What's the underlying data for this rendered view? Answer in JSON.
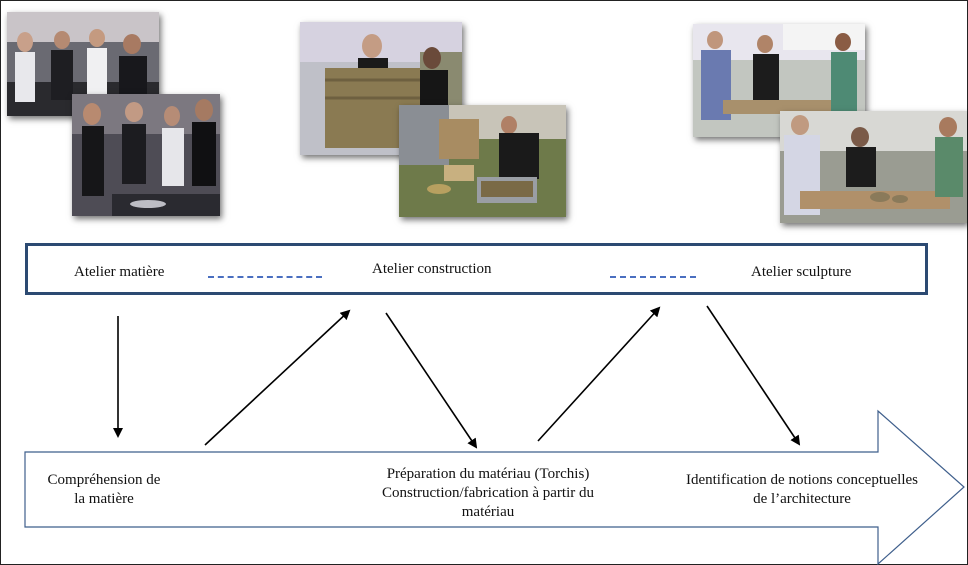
{
  "workshops": {
    "matiere": "Atelier matière",
    "construction": "Atelier construction",
    "sculpture": "Atelier sculpture"
  },
  "outcomes": {
    "comprehension_l1": "Compréhension de",
    "comprehension_l2": "la matière",
    "preparation_l1": "Préparation du matériau (Torchis)",
    "preparation_l2": "Construction/fabrication à partir du",
    "preparation_l3": "matériau",
    "identification_l1": "Identification de notions conceptuelles",
    "identification_l2": "de l’architecture"
  },
  "colors": {
    "box_border": "#2c4a72",
    "dash": "#4a6fc0",
    "big_arrow_outline": "#3f5f8c",
    "arrows": "#000000"
  }
}
